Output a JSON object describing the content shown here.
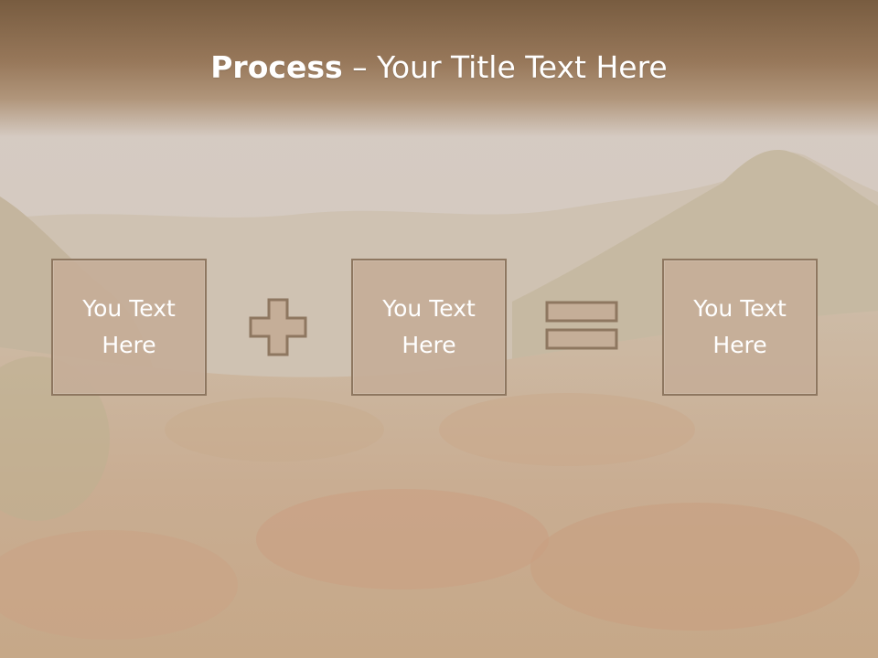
{
  "slide": {
    "title_bold": "Process",
    "title_rest": " – Your Title Text Here",
    "boxes": [
      {
        "line1": "You Text",
        "line2": "Here"
      },
      {
        "line1": "You Text",
        "line2": "Here"
      },
      {
        "line1": "You Text",
        "line2": "Here"
      }
    ],
    "operators": [
      "plus-icon",
      "equals-icon"
    ]
  },
  "colors": {
    "title_band": "#7a5c40",
    "box_fill": "#c5ae98",
    "box_border": "#8e7760",
    "text": "#ffffff"
  }
}
